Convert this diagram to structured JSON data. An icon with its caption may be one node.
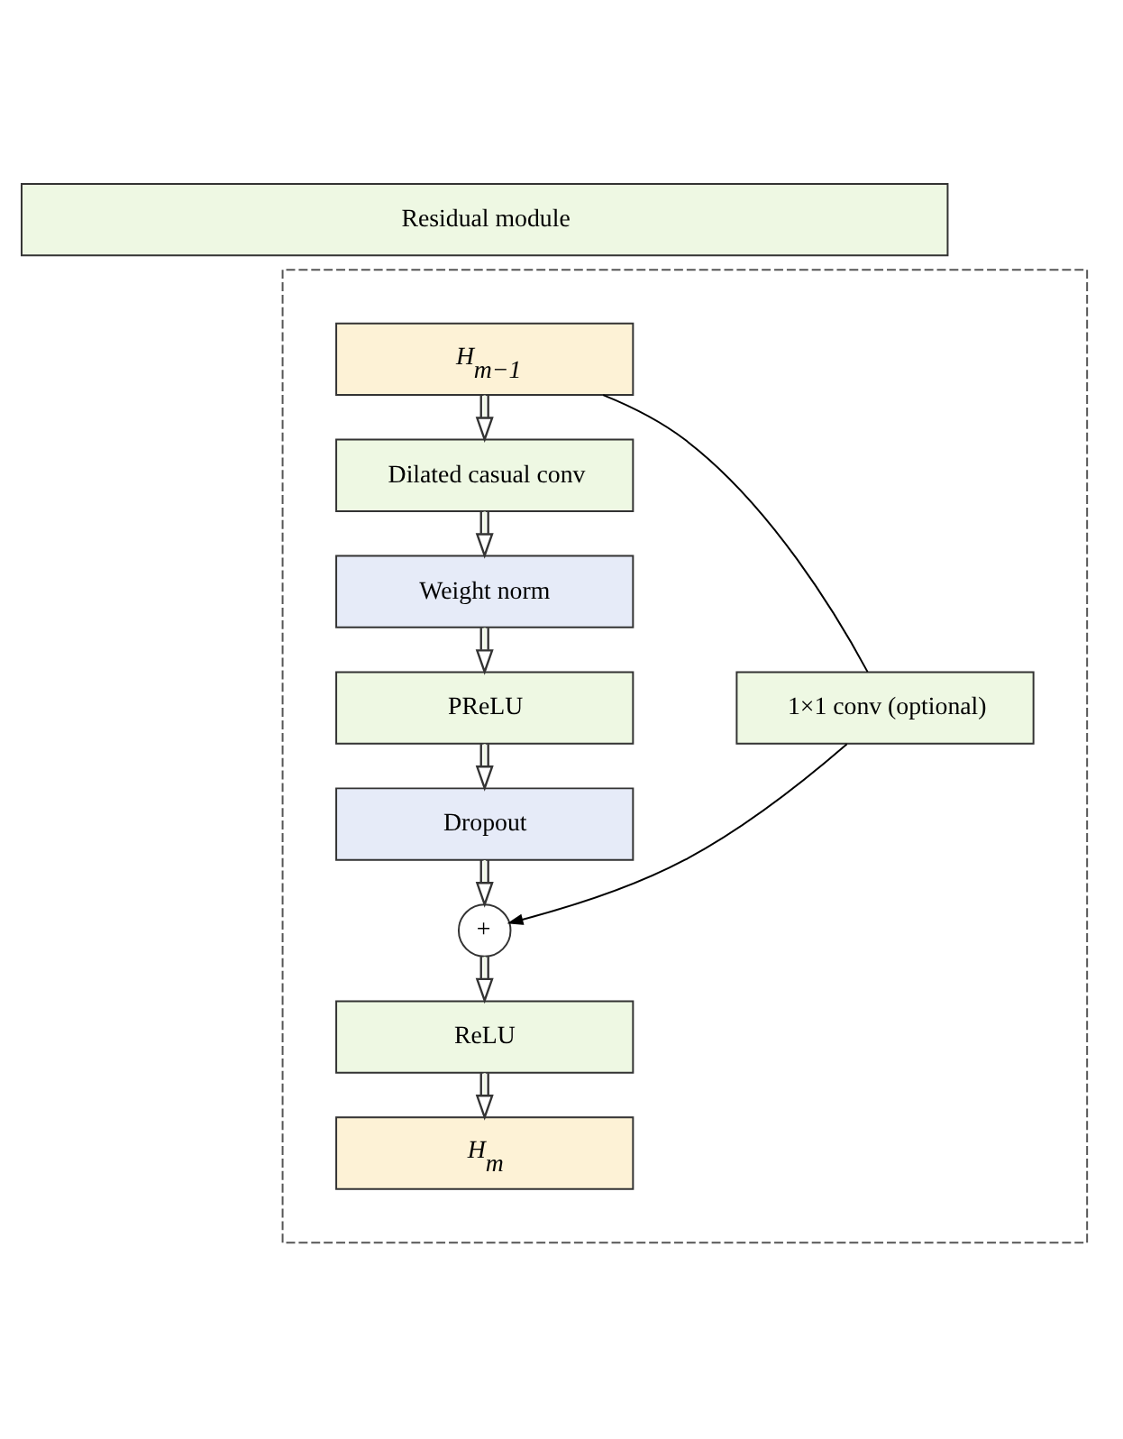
{
  "diagram": {
    "nodes": [
      {
        "text": [
          "Residual module"
        ]
      },
      {
        "text": [],
        "shape": "box"
      },
      {
        "text": [
          "H$_{m−1}$"
        ],
        "in": 1
      },
      {
        "text": [
          "Dilated casual conv"
        ],
        "in": 1
      },
      {
        "text": [
          "Weight norm"
        ],
        "in": 1
      },
      {
        "text": [
          "PReLU"
        ],
        "in": 1
      },
      {
        "text": [
          "Dropout"
        ],
        "in": 1
      },
      {
        "text": [
          "+"
        ],
        "in": 1
      },
      {
        "text": [
          "ReLU"
        ],
        "in": 1
      },
      {
        "text": [
          "H$_{m}$"
        ],
        "in": 1
      },
      {
        "text": [
          "1×1 conv (optional)"
        ],
        "in": 1
      }
    ],
    "edges": [
      {
        "from": 2,
        "to": 3,
        "arrow": "to"
      },
      {
        "from": 3,
        "to": 4,
        "arrow": "to"
      },
      {
        "from": 4,
        "to": 5,
        "arrow": "to"
      },
      {
        "from": 5,
        "to": 6,
        "arrow": "to"
      },
      {
        "from": 6,
        "to": 7,
        "arrow": "to"
      },
      {
        "from": 7,
        "to": 8,
        "arrow": "to"
      },
      {
        "from": 8,
        "to": 9,
        "arrow": "to"
      },
      {
        "from": 2,
        "to": 10,
        "arrow": "none",
        "color": "#000000"
      },
      {
        "from": 10,
        "to": 7,
        "arrow": "to",
        "color": "#000000"
      }
    ]
  }
}
